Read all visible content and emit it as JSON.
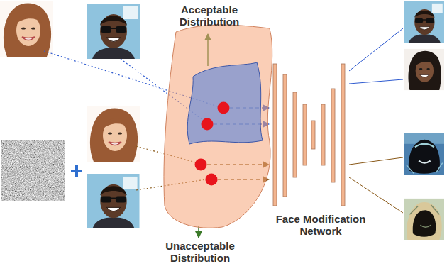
{
  "diagram": {
    "nodes": [
      {
        "text": [
          "Unacceptable Distribution"
        ]
      },
      {
        "text": [
          "Acceptable Distribution"
        ],
        "in": 0
      },
      {
        "text": [
          "Face Modification Network"
        ]
      }
    ],
    "edges": [
      {
        "from": 1,
        "to": 2,
        "arrow": "to"
      },
      {
        "from": 1,
        "to": 2,
        "arrow": "to"
      },
      {
        "from": 0,
        "to": 2,
        "arrow": "to"
      },
      {
        "from": 0,
        "to": 2,
        "arrow": "to"
      }
    ]
  }
}
